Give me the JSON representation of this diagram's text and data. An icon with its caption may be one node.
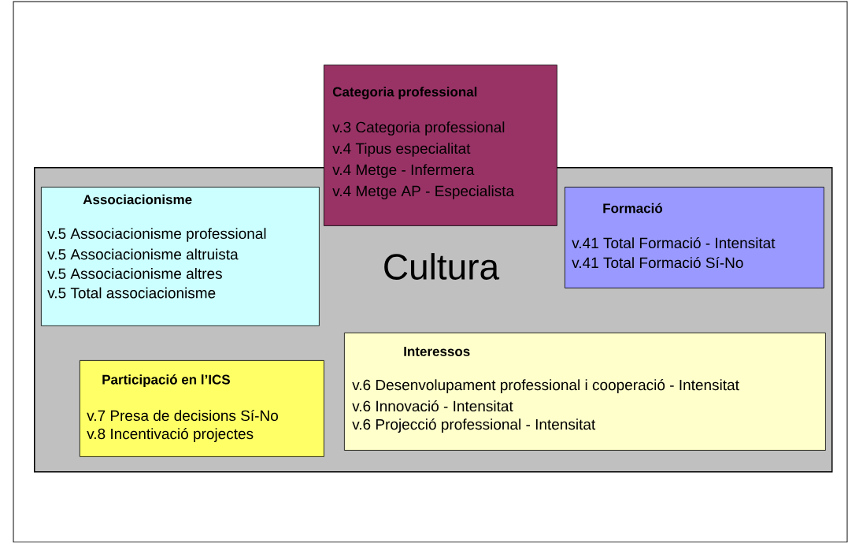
{
  "diagram": {
    "nodes": [
      {
        "text": [
          "Cultura"
        ]
      },
      {
        "text": [
          "Categoria professional",
          "v.3 Categoria professional",
          "v.4 Tipus especialitat",
          "v.4 Metge - Infermera",
          "v.4 Metge AP - Especialista"
        ]
      },
      {
        "text": [
          "Associacionisme",
          "v.5 Associacionisme professional",
          "v.5 Associacionisme altruista",
          "v.5 Associacionisme altres",
          "v.5 Total associacionisme"
        ],
        "in": 0
      },
      {
        "text": [
          "Formació",
          "v.41 Total Formació - Intensitat",
          "v.41 Total Formació Sí-No"
        ],
        "in": 0
      },
      {
        "text": [
          "Interessos",
          "v.6 Desenvolupament professional i cooperació - Intensitat",
          "v.6 Innovació - Intensitat",
          "v.6 Projecció professional - Intensitat"
        ],
        "in": 0
      },
      {
        "text": [
          "Participació en l’ICS",
          "v.7 Presa de decisions Sí-No",
          "v.8 Incentivació projectes"
        ],
        "in": 0
      }
    ]
  }
}
